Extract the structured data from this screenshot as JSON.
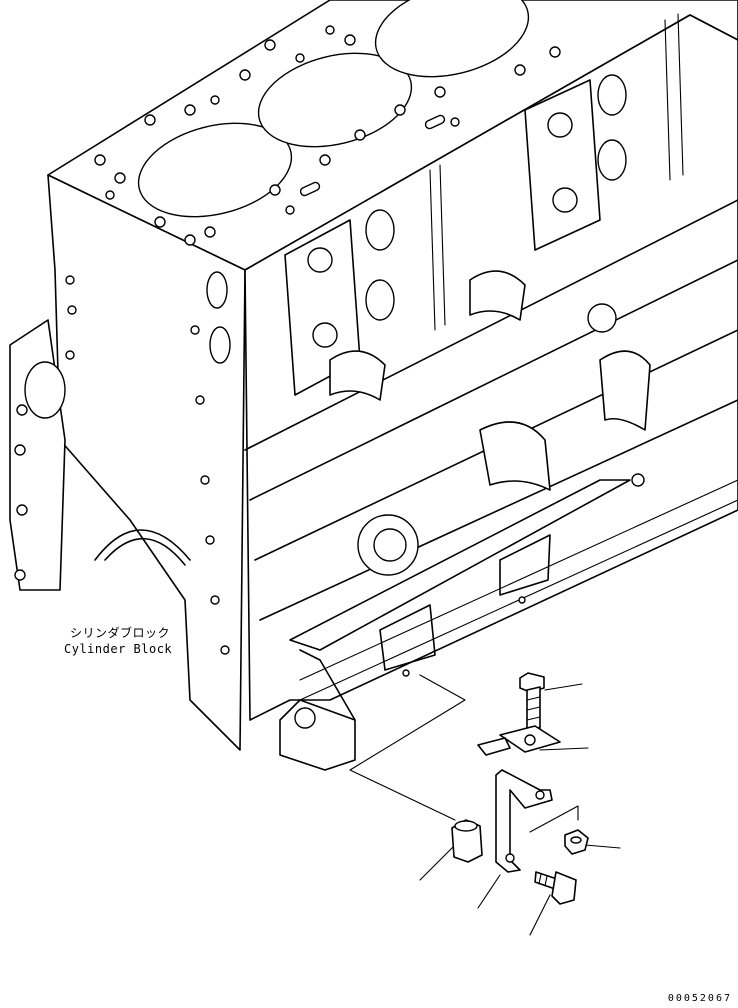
{
  "diagram": {
    "cylinder_block_label_jp": "シリンダブロック",
    "cylinder_block_label_en": "Cylinder Block",
    "drawing_number": "00052067"
  },
  "parts": [
    {
      "name": "bolt-upper"
    },
    {
      "name": "plate-washer"
    },
    {
      "name": "nut"
    },
    {
      "name": "spacer-collar"
    },
    {
      "name": "bracket"
    },
    {
      "name": "bolt-lower"
    }
  ],
  "colors": {
    "ink": "#000000",
    "paper": "#ffffff"
  }
}
